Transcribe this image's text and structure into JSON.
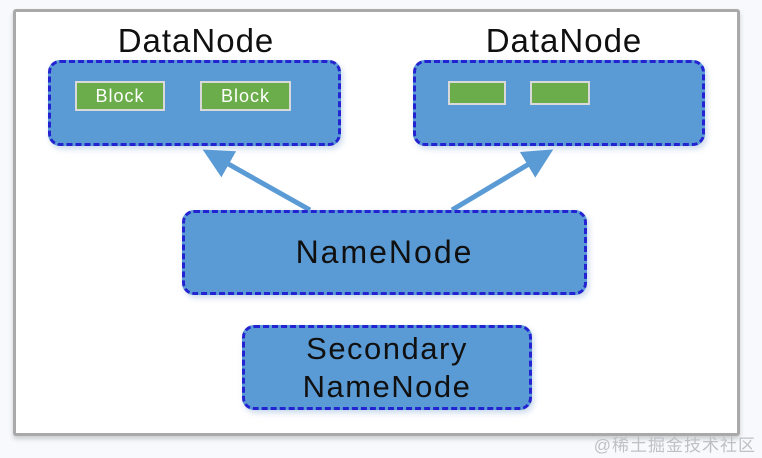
{
  "theme": {
    "canvas_bg": "#f7f9fc",
    "frame_border": "#a9a9a9",
    "node_fill": "#5b9bd5",
    "node_border": "#2323d1",
    "node_text": "#101010",
    "block_fill": "#6cad4b",
    "block_border": "#d9d9d9",
    "block_text": "#ffffff",
    "arrow_color": "#5b9bd5",
    "watermark_color": "#bdc1c6"
  },
  "diagram": {
    "datanode_left": {
      "title": "DataNode",
      "blocks": [
        "Block",
        "Block"
      ]
    },
    "datanode_right": {
      "title": "DataNode",
      "blocks": [
        "",
        ""
      ]
    },
    "namenode": {
      "label": "NameNode"
    },
    "secondary_namenode": {
      "line1": "Secondary",
      "line2": "NameNode"
    }
  },
  "watermark": {
    "text": "@稀土掘金技术社区"
  }
}
